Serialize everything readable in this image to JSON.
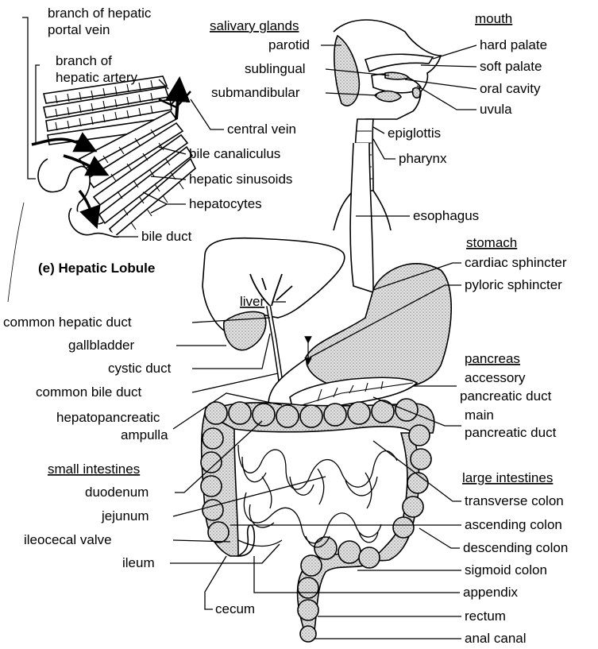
{
  "lobule": {
    "title": "(e) Hepatic Lobule",
    "portal_vein_1": "branch of hepatic",
    "portal_vein_2": "portal vein",
    "artery_1": "branch of",
    "artery_2": "hepatic artery",
    "central_vein": "central vein",
    "bile_canaliculus": "bile canaliculus",
    "sinusoids": "hepatic sinusoids",
    "hepatocytes": "hepatocytes",
    "bile_duct": "bile duct"
  },
  "salivary": {
    "header": "salivary glands",
    "parotid": "parotid",
    "sublingual": "sublingual",
    "submandibular": "submandibular"
  },
  "mouth": {
    "header": "mouth",
    "hard_palate": "hard palate",
    "soft_palate": "soft palate",
    "oral_cavity": "oral cavity",
    "uvula": "uvula"
  },
  "throat": {
    "epiglottis": "epiglottis",
    "pharynx": "pharynx",
    "esophagus": "esophagus"
  },
  "stomach": {
    "header": "stomach",
    "cardiac": "cardiac sphincter",
    "pyloric": "pyloric sphincter"
  },
  "liver": {
    "header": "liver",
    "hepatic_duct": "common hepatic duct",
    "gallbladder": "gallbladder",
    "cystic_duct": "cystic duct",
    "bile_duct": "common bile duct",
    "ampulla_1": "hepatopancreatic",
    "ampulla_2": "ampulla"
  },
  "pancreas": {
    "header": "pancreas",
    "accessory_1": "accessory",
    "accessory_2": "pancreatic duct",
    "main_1": "main",
    "main_2": "pancreatic duct"
  },
  "small_intestines": {
    "header": "small intestines",
    "duodenum": "duodenum",
    "jejunum": "jejunum",
    "ileocecal": "ileocecal valve",
    "ileum": "ileum",
    "cecum": "cecum"
  },
  "large_intestines": {
    "header": "large intestines",
    "transverse": "transverse colon",
    "ascending": "ascending colon",
    "descending": "descending colon",
    "sigmoid": "sigmoid colon",
    "appendix": "appendix",
    "rectum": "rectum",
    "anal_canal": "anal canal"
  }
}
